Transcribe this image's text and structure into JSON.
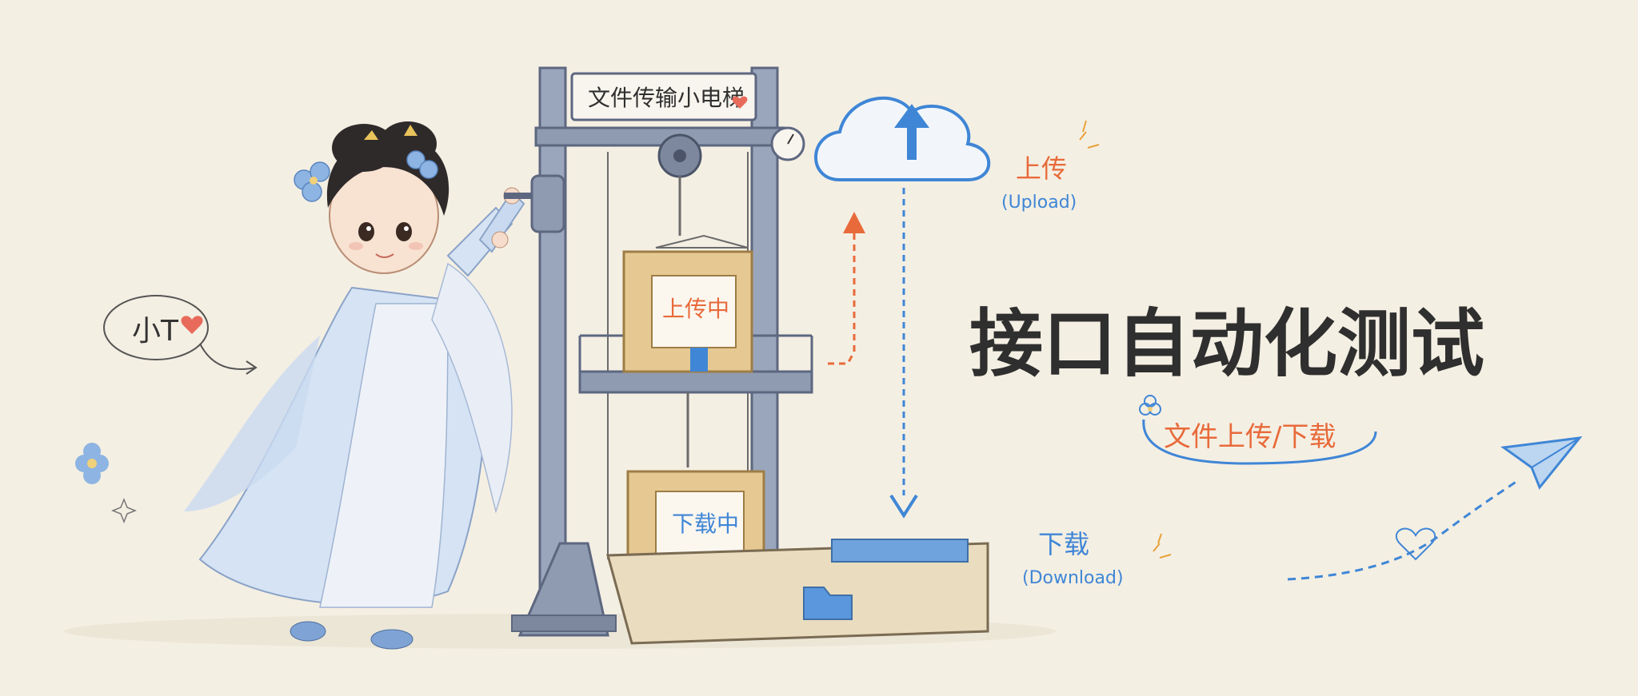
{
  "banner": {
    "title": "接口自动化测试",
    "subtitle": "文件上传/下载",
    "elevator_sign": "文件传输小电梯",
    "character_tag": "小T",
    "upload_label": "上传",
    "upload_label_en": "(Upload)",
    "download_label": "下载",
    "download_label_en": "(Download)",
    "upper_box_label": "上传中",
    "lower_box_label": "下载中"
  },
  "colors": {
    "paper": "#f4efe3",
    "ink": "#2f2f2f",
    "upload_orange": "#e86a3a",
    "download_blue": "#3f86d6",
    "steel": "#8f9bb0",
    "steel_dark": "#5d6780",
    "cardboard": "#e6c992",
    "hanfu_blue": "#b9d0ec"
  },
  "icons": [
    "cloud-upload-icon",
    "paper-plane-icon",
    "folder-icon",
    "heart-icon",
    "flower-icon",
    "pulley-icon",
    "gauge-icon"
  ]
}
